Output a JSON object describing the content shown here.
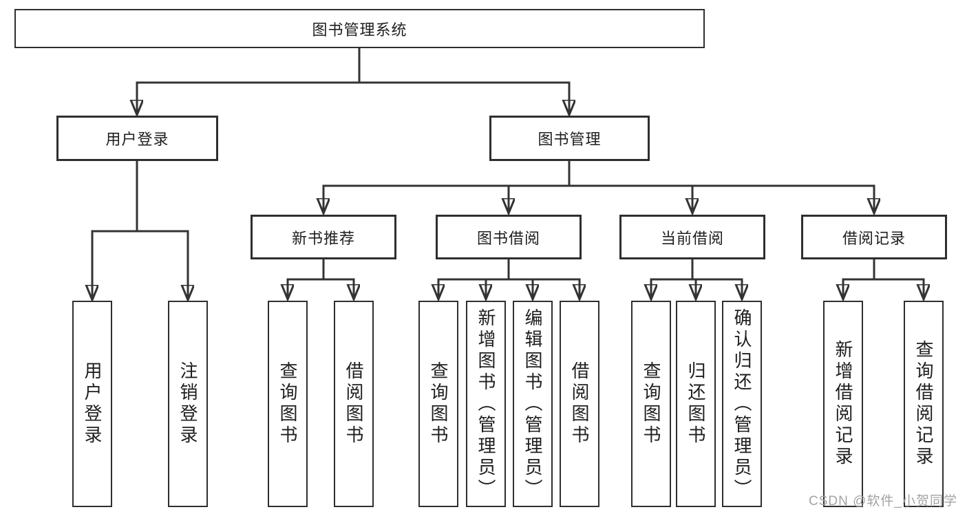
{
  "diagram_type": "hierarchy-diagram",
  "title": "图书管理系统",
  "nodes": {
    "root": {
      "label": "图书管理系统"
    },
    "level2": [
      {
        "label": "用户登录"
      },
      {
        "label": "图书管理"
      }
    ],
    "level3": [
      {
        "label": "新书推荐",
        "parent": "图书管理"
      },
      {
        "label": "图书借阅",
        "parent": "图书管理"
      },
      {
        "label": "当前借阅",
        "parent": "图书管理"
      },
      {
        "label": "借阅记录",
        "parent": "图书管理"
      }
    ],
    "leaves": [
      {
        "label": "用户登录",
        "parent": "用户登录"
      },
      {
        "label": "注销登录",
        "parent": "用户登录"
      },
      {
        "label": "查询图书",
        "parent": "新书推荐"
      },
      {
        "label": "借阅图书",
        "parent": "新书推荐"
      },
      {
        "label": "查询图书",
        "parent": "图书借阅"
      },
      {
        "label": "新增图书（管理员）",
        "parent": "图书借阅"
      },
      {
        "label": "编辑图书（管理员）",
        "parent": "图书借阅"
      },
      {
        "label": "借阅图书",
        "parent": "图书借阅"
      },
      {
        "label": "查询图书",
        "parent": "当前借阅"
      },
      {
        "label": "归还图书",
        "parent": "当前借阅"
      },
      {
        "label": "确认归还（管理员）",
        "parent": "当前借阅"
      },
      {
        "label": "新增借阅记录",
        "parent": "借阅记录"
      },
      {
        "label": "查询借阅记录",
        "parent": "借阅记录"
      }
    ]
  },
  "watermark": "CSDN @软件_小贺同学",
  "colors": {
    "line": "#333333",
    "box_border": "#2e2e2e",
    "text": "#1e1e1e",
    "watermark": "#a3a3a3",
    "background": "#ffffff"
  }
}
